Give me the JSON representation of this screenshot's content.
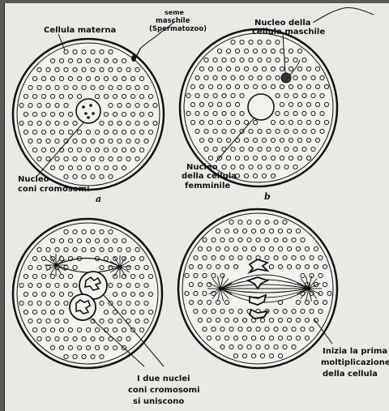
{
  "figure": {
    "panel_a": {
      "letter": "a",
      "label_cell": "Cellula materna",
      "label_seed_line1": "seme",
      "label_seed_line2": "maschile",
      "label_seed_line3": "(Spermatozoo)",
      "label_nucleus_line1": "Nucleo",
      "label_nucleus_line2": "coni cromosomi"
    },
    "panel_b": {
      "letter": "b",
      "label_male_nucleus_line1": "Nucleo della",
      "label_male_nucleus_line2": "cellula maschile",
      "label_female_nucleus_line1": "Nucleo",
      "label_female_nucleus_line2": "della cellula",
      "label_female_nucleus_line3": "femminile"
    },
    "panel_c": {
      "label_line1": "I due nuclei",
      "label_line2": "coni cromosomi",
      "label_line3": "si uniscono"
    },
    "panel_d": {
      "label_line1": "Inizia la prima",
      "label_line2": "moltiplicazione",
      "label_line3": "della cellula"
    }
  },
  "colors": {
    "ink": "#111111",
    "paper": "#e9e9e6",
    "background": "#5a5a58"
  }
}
